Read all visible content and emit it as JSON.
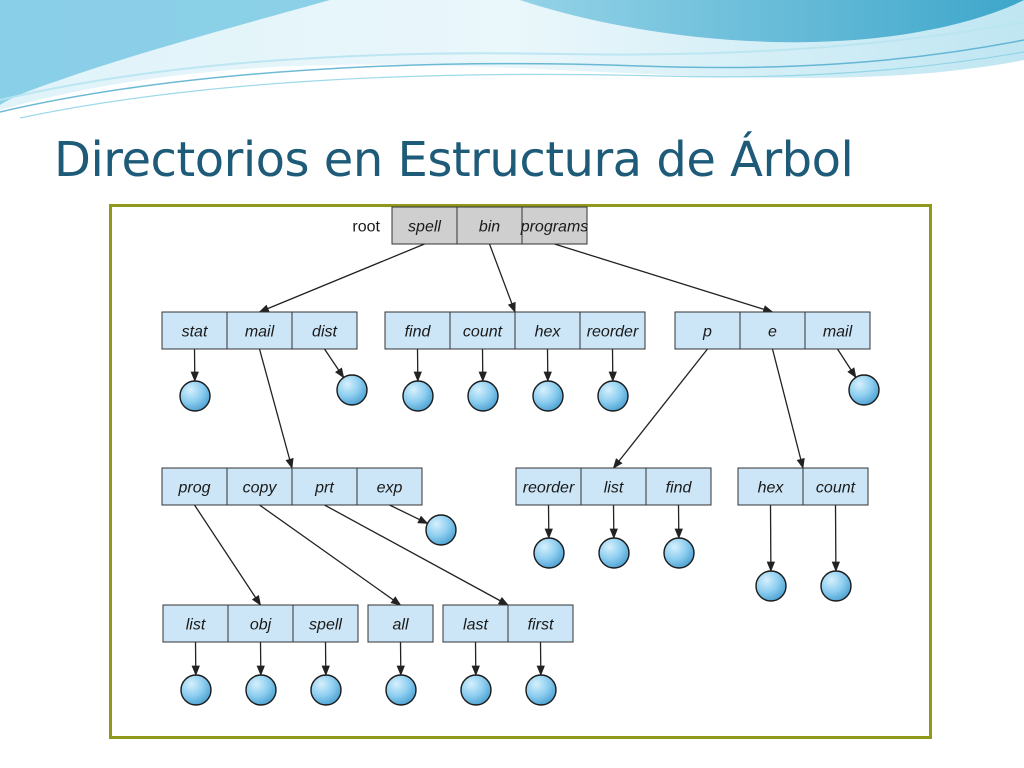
{
  "slide": {
    "title": "Directorios en Estructura de Árbol"
  },
  "colors": {
    "title": "#1d5b79",
    "frame_border": "#8f9a1c",
    "dir_cell_fill": "#cce6f7",
    "root_cell_fill": "#cfcfcf",
    "file_node_fill": "#7cc4ec",
    "banner_light": "#d2eef6",
    "banner_mid": "#8bd0e6",
    "banner_dark": "#3aa7cc"
  },
  "diagram": {
    "root_label": "root",
    "directories": {
      "root": [
        "spell",
        "bin",
        "programs"
      ],
      "spell": [
        "stat",
        "mail",
        "dist"
      ],
      "bin": [
        "find",
        "count",
        "hex",
        "reorder"
      ],
      "programs": [
        "p",
        "e",
        "mail"
      ],
      "mail": [
        "prog",
        "copy",
        "prt",
        "exp"
      ],
      "p": [
        "reorder",
        "list",
        "find"
      ],
      "e": [
        "hex",
        "count"
      ],
      "prog": [
        "list",
        "obj",
        "spell"
      ],
      "copy": [
        "all"
      ],
      "prt": [
        "last",
        "first"
      ]
    }
  }
}
